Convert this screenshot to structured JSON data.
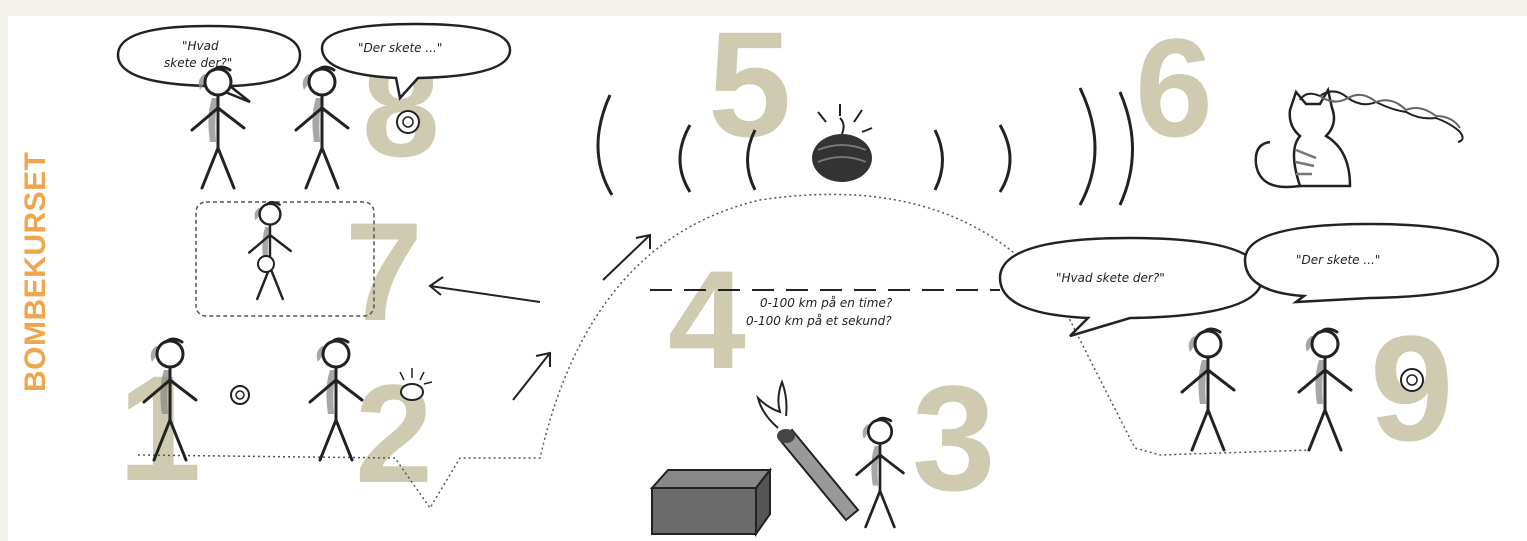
{
  "side_title": "BOMBEKURSET",
  "numbers": {
    "n1": "1",
    "n2": "2",
    "n3": "3",
    "n4": "4",
    "n5": "5",
    "n6": "6",
    "n7": "7",
    "n8": "8",
    "n9": "9"
  },
  "speech": {
    "top_left_line1": "\"Hvad",
    "top_left_line2": "skete der?\"",
    "top_right": "\"Der skete ...\"",
    "right_left": "\"Hvad skete der?\"",
    "right_right": "\"Der skete ...\""
  },
  "speed_question": {
    "line1": "0-100 km på en time?",
    "line2": "0-100 km på et sekund?"
  },
  "colors": {
    "accent": "#f0a64d",
    "numeral": "#cfcbb0",
    "ink": "#222222",
    "shadow": "#8a8a8a"
  }
}
